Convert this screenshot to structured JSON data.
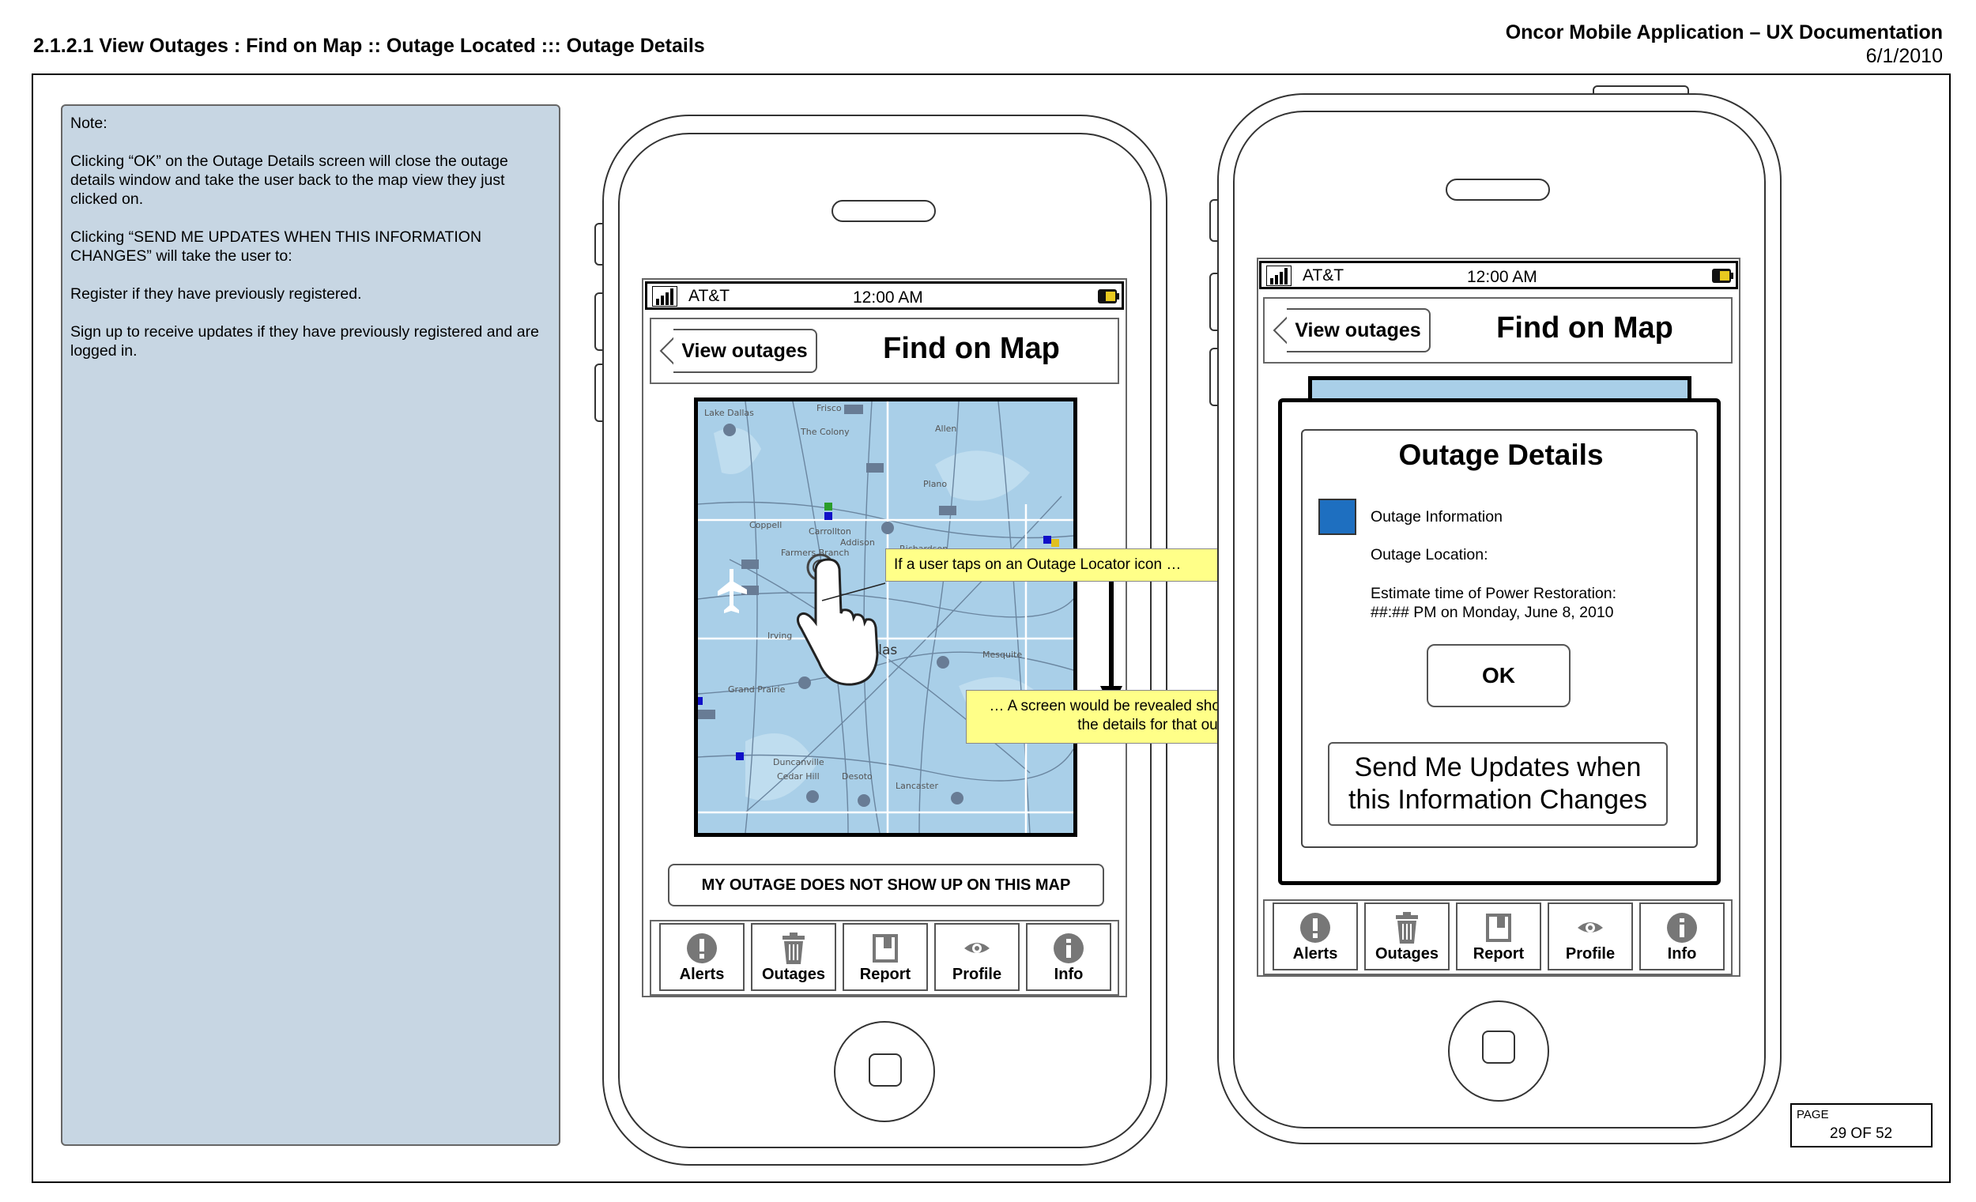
{
  "header": {
    "title": "2.1.2.1 View Outages : Find on Map :: Outage Located ::: Outage Details",
    "doc_title": "Oncor Mobile Application – UX Documentation",
    "date": "6/1/2010"
  },
  "note": {
    "heading": "Note:",
    "p1": "Clicking “OK” on the Outage Details screen will close the outage details window and take the user back to the map view they just clicked on.",
    "p2": "Clicking “SEND ME UPDATES WHEN THIS INFORMATION CHANGES” will take the user to:",
    "p3": "Register if they have previously registered.",
    "p4": "Sign up to receive updates if they have previously registered and are logged in."
  },
  "phone1": {
    "carrier": "AT&T",
    "time": "12:00 AM",
    "back_label": "View outages",
    "nav_title": "Find on Map",
    "map_labels": {
      "dallas": "Dallas",
      "lake_dallas": "Lake Dallas",
      "frisco": "Frisco",
      "the_colony": "The Colony",
      "allen": "Allen",
      "plano": "Plano",
      "coppell": "Coppell",
      "carrollton": "Carrollton",
      "addison": "Addison",
      "richardson": "Richardson",
      "farmers_branch": "Farmers Branch",
      "irving": "Irving",
      "grand_prairie": "Grand Prairie",
      "mesquite": "Mesquite",
      "duncanville": "Duncanville",
      "cedar_hill": "Cedar Hill",
      "desoto": "Desoto",
      "lancaster": "Lancaster"
    },
    "bottom_button": "MY OUTAGE DOES NOT SHOW UP ON THIS MAP",
    "tabs": [
      "Alerts",
      "Outages",
      "Report",
      "Profile",
      "Info"
    ]
  },
  "callouts": {
    "first": "If a user taps on an Outage Locator icon …",
    "second_line1": "… A screen would be revealed showing",
    "second_line2": "the details for that outage."
  },
  "phone2": {
    "carrier": "AT&T",
    "time": "12:00 AM",
    "back_label": "View outages",
    "nav_title": "Find on Map",
    "popup": {
      "title": "Outage Details",
      "info_label": "Outage Information",
      "location_label": "Outage Location:",
      "estimate_line1": "Estimate time of Power Restoration:",
      "estimate_line2": "##:## PM on Monday, June 8, 2010",
      "ok_label": "OK",
      "updates_line1": "Send Me Updates when",
      "updates_line2": "this Information Changes"
    },
    "tabs": [
      "Alerts",
      "Outages",
      "Report",
      "Profile",
      "Info"
    ]
  },
  "colors": {
    "note_bg": "#c7d6e3",
    "map_bg": "#a9cfe8",
    "callout_bg": "#ffff88",
    "outage_square": "#1e6fc0"
  },
  "page_indicator": {
    "label": "PAGE",
    "value": "29 OF 52"
  }
}
